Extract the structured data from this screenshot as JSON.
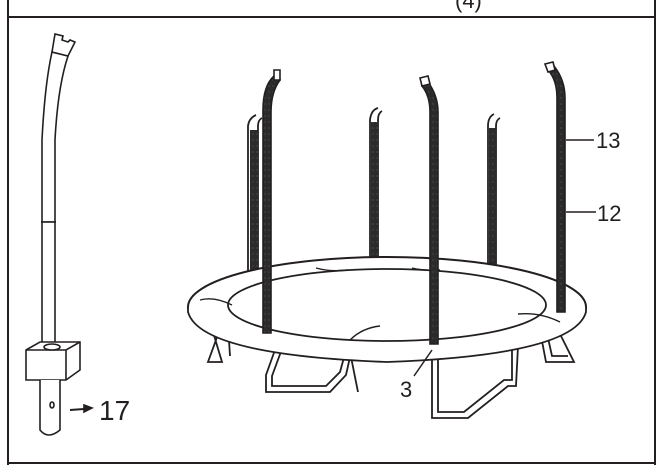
{
  "header": {
    "partial_text": "(4)"
  },
  "callouts": [
    {
      "id": "part-13",
      "label": "13"
    },
    {
      "id": "part-12",
      "label": "12"
    },
    {
      "id": "part-3",
      "label": "3"
    },
    {
      "id": "part-17",
      "label": "17"
    }
  ],
  "colors": {
    "ink": "#231f20",
    "tube_dark": "#2b2b2b",
    "background": "#ffffff"
  }
}
